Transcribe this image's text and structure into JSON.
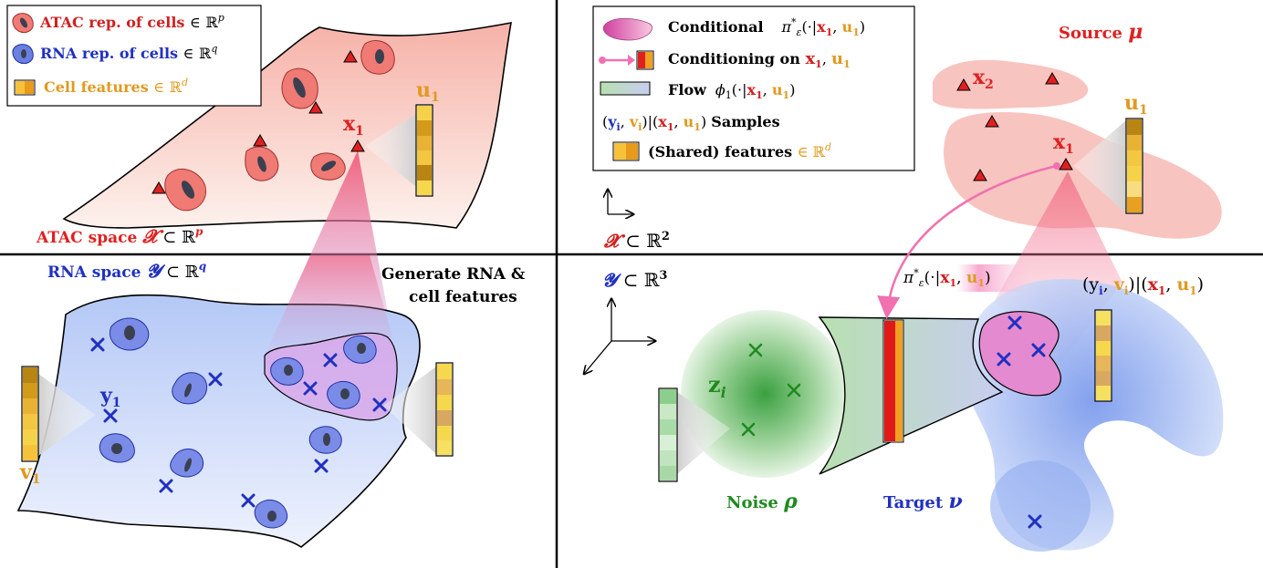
{
  "panel_tl": {
    "legend": {
      "atac": "ATAC rep. of cells",
      "rna": "RNA rep. of cells",
      "feat": "Cell features",
      "in": "∈",
      "Rp": "ℝ",
      "p": "p",
      "q": "q",
      "d": "d"
    },
    "x1_sym": "x",
    "x1_sub": "1",
    "u1_sym": "u",
    "u1_sub": "1",
    "space_label": "ATAC space",
    "space_sym": "𝓧",
    "space_rel": "⊂ ℝ",
    "space_exp": "p"
  },
  "panel_bl": {
    "space_label": "RNA space",
    "space_sym": "𝓨",
    "space_rel": "⊂ ℝ",
    "space_exp": "q",
    "gen_line1": "Generate RNA &",
    "gen_line2": "cell features",
    "y1_sym": "y",
    "y1_sub": "1",
    "v1_sym": "v",
    "v1_sub": "1"
  },
  "panel_tr": {
    "legend": {
      "conditional": "Conditional",
      "conditional_math": "π",
      "conditioning": "Conditioning on",
      "flow": "Flow",
      "flow_math": "ϕ",
      "samples_math_a": "(y",
      "samples_mid": "v",
      "samples_math_b": "x",
      "samples_end": "u",
      "samples": "Samples",
      "shared": "(Shared) features",
      "in": "∈ ℝ",
      "d": "d"
    },
    "source_label": "Source",
    "source_sym": "μ",
    "x1_sym": "x",
    "x1_sub": "1",
    "x2_sym": "x",
    "x2_sub": "2",
    "u1_sym": "u",
    "u1_sub": "1",
    "axis_sym": "𝓧",
    "axis_rel": "⊂ ℝ",
    "axis_exp": "2"
  },
  "panel_br": {
    "axis_sym": "𝓨",
    "axis_rel": "⊂ ℝ",
    "axis_exp": "3",
    "pi_label": "π",
    "samples_label": "(y",
    "z_label": "z",
    "z_sub": "i",
    "noise_label": "Noise",
    "noise_sym": "ρ",
    "target_label": "Target",
    "target_sym": "ν"
  },
  "colors": {
    "atac_red": "#e03030",
    "rna_blue": "#2030c0",
    "feature_orange": "#e0a020",
    "noise_green": "#2a8a2a",
    "flow_pink": "#f070b0"
  }
}
